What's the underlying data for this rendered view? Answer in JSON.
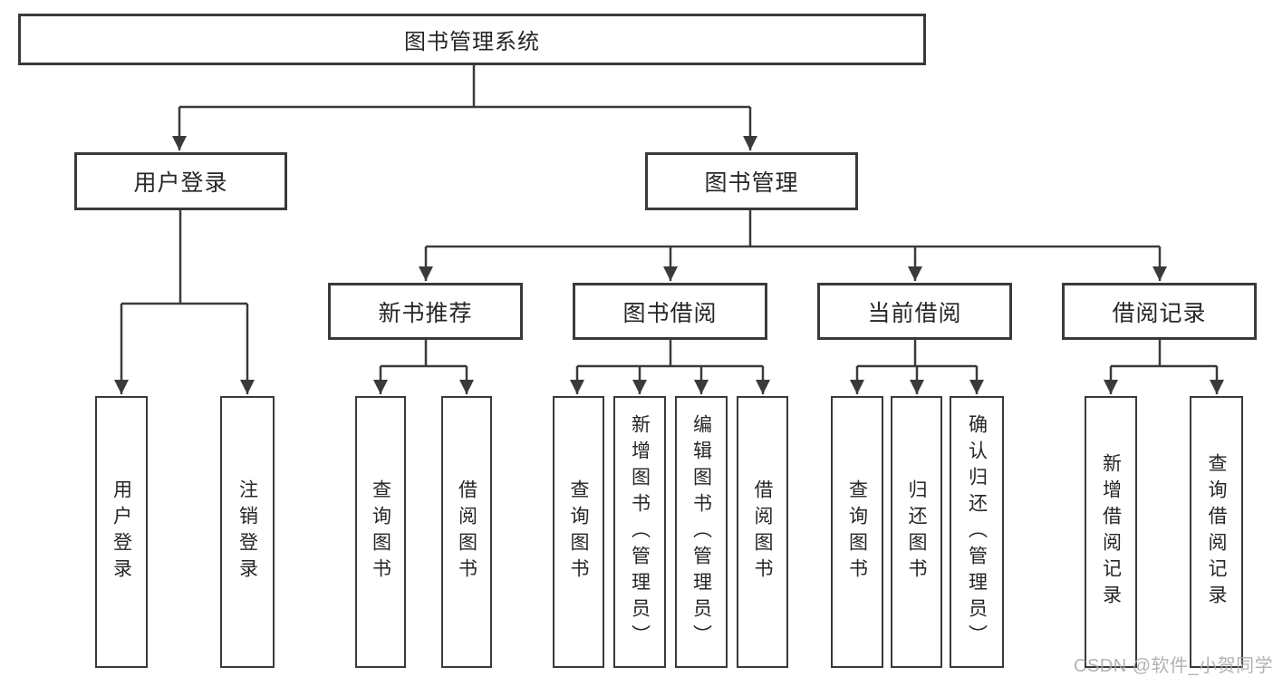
{
  "diagram": {
    "title": "图书管理系统",
    "level2": [
      {
        "label": "用户登录"
      },
      {
        "label": "图书管理"
      }
    ],
    "level3": [
      {
        "label": "新书推荐"
      },
      {
        "label": "图书借阅"
      },
      {
        "label": "当前借阅"
      },
      {
        "label": "借阅记录"
      }
    ],
    "leaves": [
      {
        "label": "用户登录"
      },
      {
        "label": "注销登录"
      },
      {
        "label": "查询图书"
      },
      {
        "label": "借阅图书"
      },
      {
        "label": "查询图书"
      },
      {
        "label": "新增图书（管理员）"
      },
      {
        "label": "编辑图书（管理员）"
      },
      {
        "label": "借阅图书"
      },
      {
        "label": "查询图书"
      },
      {
        "label": "归还图书"
      },
      {
        "label": "确认归还（管理员）"
      },
      {
        "label": "新增借阅记录"
      },
      {
        "label": "查询借阅记录"
      }
    ],
    "colors": {
      "line": "#3a3a3a",
      "text": "#262626",
      "background": "#ffffff",
      "watermark": "#a8a8a8"
    }
  },
  "watermark": {
    "text": "CSDN @软件_小贺同学"
  }
}
